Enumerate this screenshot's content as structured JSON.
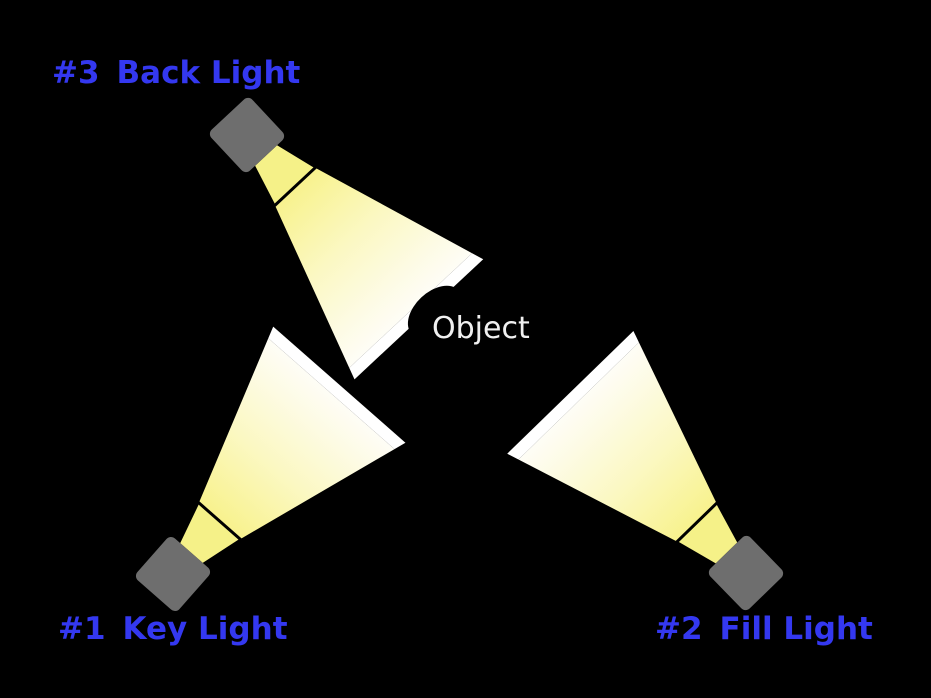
{
  "object_label": "Object",
  "lights": {
    "back": {
      "number": "#3",
      "name": "Back Light"
    },
    "key": {
      "number": "#1",
      "name": "Key Light"
    },
    "fill": {
      "number": "#2",
      "name": "Fill Light"
    }
  },
  "colors": {
    "background": "#000000",
    "label_blue": "#3438f0",
    "object_text": "#f0f0f0",
    "fixture_gray": "#6e6e6e",
    "lens_yellow": "#f5f188",
    "beam_start": "#f8f28e",
    "beam_mid": "#fbf8c2",
    "beam_late": "#fdfbe4",
    "beam_end": "#fefdf6",
    "beam_edge": "#ffffff"
  }
}
